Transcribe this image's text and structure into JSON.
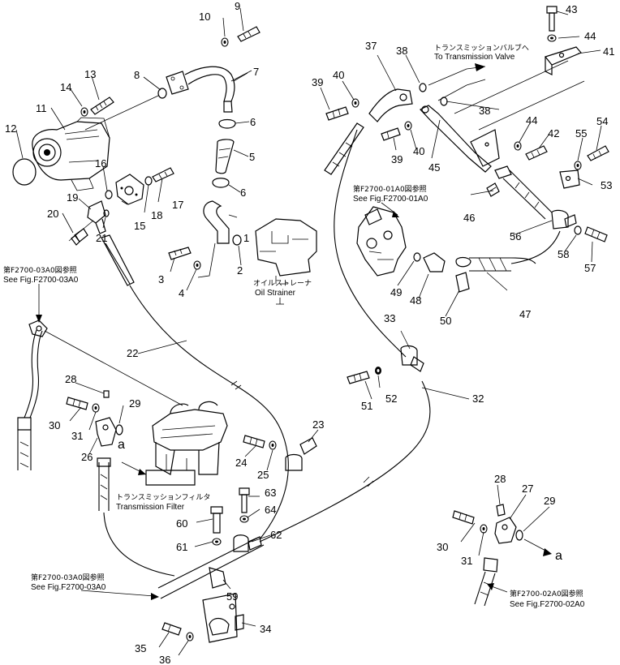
{
  "diagram": {
    "part_numbers": [
      "1",
      "2",
      "3",
      "4",
      "5",
      "6",
      "6",
      "7",
      "8",
      "9",
      "10",
      "11",
      "12",
      "13",
      "14",
      "15",
      "16",
      "17",
      "18",
      "19",
      "20",
      "21",
      "22",
      "23",
      "24",
      "25",
      "26",
      "27",
      "28",
      "28",
      "29",
      "29",
      "30",
      "30",
      "31",
      "31",
      "32",
      "33",
      "34",
      "35",
      "36",
      "37",
      "38",
      "38",
      "39",
      "39",
      "40",
      "40",
      "41",
      "42",
      "43",
      "44",
      "44",
      "45",
      "46",
      "47",
      "48",
      "49",
      "50",
      "51",
      "52",
      "53",
      "54",
      "55",
      "56",
      "57",
      "58",
      "59",
      "60",
      "61",
      "62",
      "63",
      "64"
    ],
    "notes": {
      "to_transmission_valve_jp": "トランスミッションバルブへ",
      "to_transmission_valve_en": "To Transmission Valve",
      "oil_strainer_jp": "オイルストレーナ",
      "oil_strainer_en": "Oil Strainer",
      "transmission_filter_jp": "トランスミッションフィルタ",
      "transmission_filter_en": "Transmission Filter",
      "ref_2700_01_jp": "第F2700-01A0図参照",
      "ref_2700_01_en": "See Fig.F2700-01A0",
      "ref_2700_03_top_jp": "第F2700-03A0図参照",
      "ref_2700_03_top_en": "See Fig.F2700-03A0",
      "ref_2700_03_bottom_jp": "第F2700-03A0図参照",
      "ref_2700_03_bottom_en": "See Fig.F2700-03A0",
      "ref_2700_02_jp": "第F2700-02A0図参照",
      "ref_2700_02_en": "See Fig.F2700-02A0",
      "marker_a_left": "a",
      "marker_a_right": "a"
    }
  }
}
